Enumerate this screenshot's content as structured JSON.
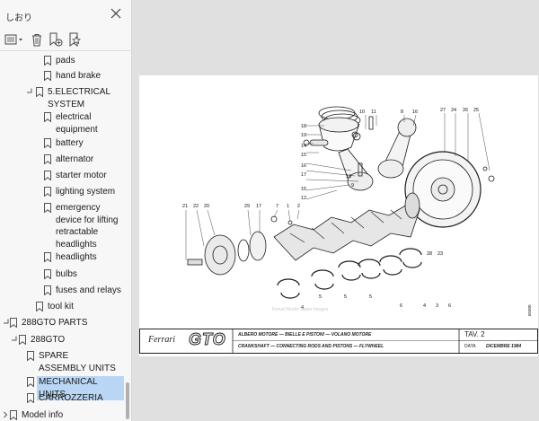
{
  "sidebar": {
    "title": "しおり",
    "close_icon": "close-icon",
    "toolbar": [
      {
        "name": "options-menu-button",
        "icon": "list-options-icon"
      },
      {
        "name": "delete-bookmark-button",
        "icon": "trash-icon"
      },
      {
        "name": "new-bookmark-button",
        "icon": "add-bookmark-icon"
      },
      {
        "name": "find-bookmark-button",
        "icon": "bookmark-star-icon"
      }
    ],
    "items": [
      {
        "label": "pads",
        "icon": "bookmark-icon"
      },
      {
        "label": "hand brake",
        "icon": "bookmark-icon"
      },
      {
        "label": "5.ELECTRICAL SYSTEM",
        "icon": "bookmark-icon",
        "expanded": true
      },
      {
        "label": "electrical equipment",
        "icon": "bookmark-icon"
      },
      {
        "label": "battery",
        "icon": "bookmark-icon"
      },
      {
        "label": "alternator",
        "icon": "bookmark-icon"
      },
      {
        "label": "starter motor",
        "icon": "bookmark-icon"
      },
      {
        "label": "lighting system",
        "icon": "bookmark-icon"
      },
      {
        "label": "emergency device for lifting retractable headlights",
        "icon": "bookmark-icon"
      },
      {
        "label": "headlights",
        "icon": "bookmark-icon"
      },
      {
        "label": "bulbs",
        "icon": "bookmark-icon"
      },
      {
        "label": "fuses and relays",
        "icon": "bookmark-icon"
      },
      {
        "label": "tool kit",
        "icon": "bookmark-icon"
      },
      {
        "label": "288GTO PARTS",
        "icon": "bookmark-icon",
        "expanded": true
      },
      {
        "label": "288GTO",
        "icon": "bookmark-icon",
        "expanded": true
      },
      {
        "label": "SPARE ASSEMBLY UNITS",
        "icon": "bookmark-icon"
      },
      {
        "label": "MECHANICAL UNITS",
        "icon": "bookmark-icon",
        "selected": true
      },
      {
        "label": "CARROZZERIA",
        "icon": "bookmark-icon"
      },
      {
        "label": "Model info",
        "icon": "bookmark-icon",
        "expanded": false
      }
    ]
  },
  "document": {
    "brand": "Ferrari",
    "model": "GTO",
    "desc_it": "ALBERO MOTORE — BIELLE E PISTONI — VOLANO MOTORE",
    "desc_en": "CRANKSHAFT — CONNECTING RODS AND PISTONS — FLYWHEEL",
    "tav_label": "TAV. 2",
    "data_label": "DATA",
    "date": "DICEMBRE 1984",
    "drawing_code": "60300",
    "watermark": "Ferrari Model Spare Images",
    "callouts_top": [
      "18",
      "19",
      "14",
      "15",
      "16",
      "17",
      "12",
      "15",
      "10",
      "11",
      "8",
      "16",
      "27",
      "24",
      "26",
      "25"
    ],
    "callouts_side": [
      "9",
      "13"
    ],
    "callouts_left": [
      "21",
      "22",
      "20",
      "29",
      "17",
      "7",
      "1",
      "2"
    ],
    "callouts_right": [
      "28",
      "23"
    ],
    "callouts_bottom": [
      "4",
      "5",
      "5",
      "5",
      "6",
      "4",
      "3",
      "6"
    ]
  }
}
